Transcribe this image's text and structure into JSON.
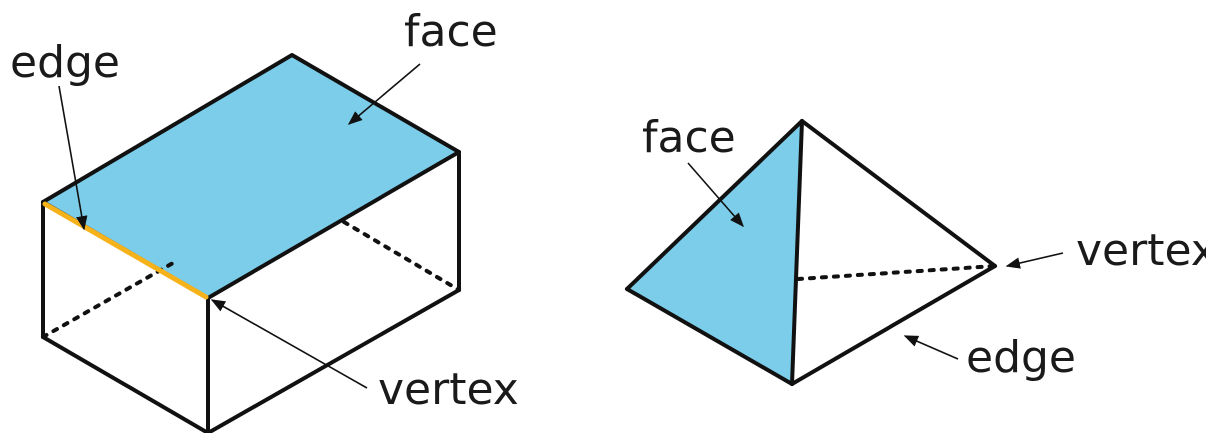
{
  "colors": {
    "face_fill": "#7ccde9",
    "edge_highlight": "#f5b21b",
    "line": "#111111",
    "background": "#ffffff"
  },
  "prism": {
    "label_face": "face",
    "label_edge": "edge",
    "label_vertex": "vertex"
  },
  "pyramid": {
    "label_face": "face",
    "label_vertex": "vertex",
    "label_edge": "edge"
  }
}
